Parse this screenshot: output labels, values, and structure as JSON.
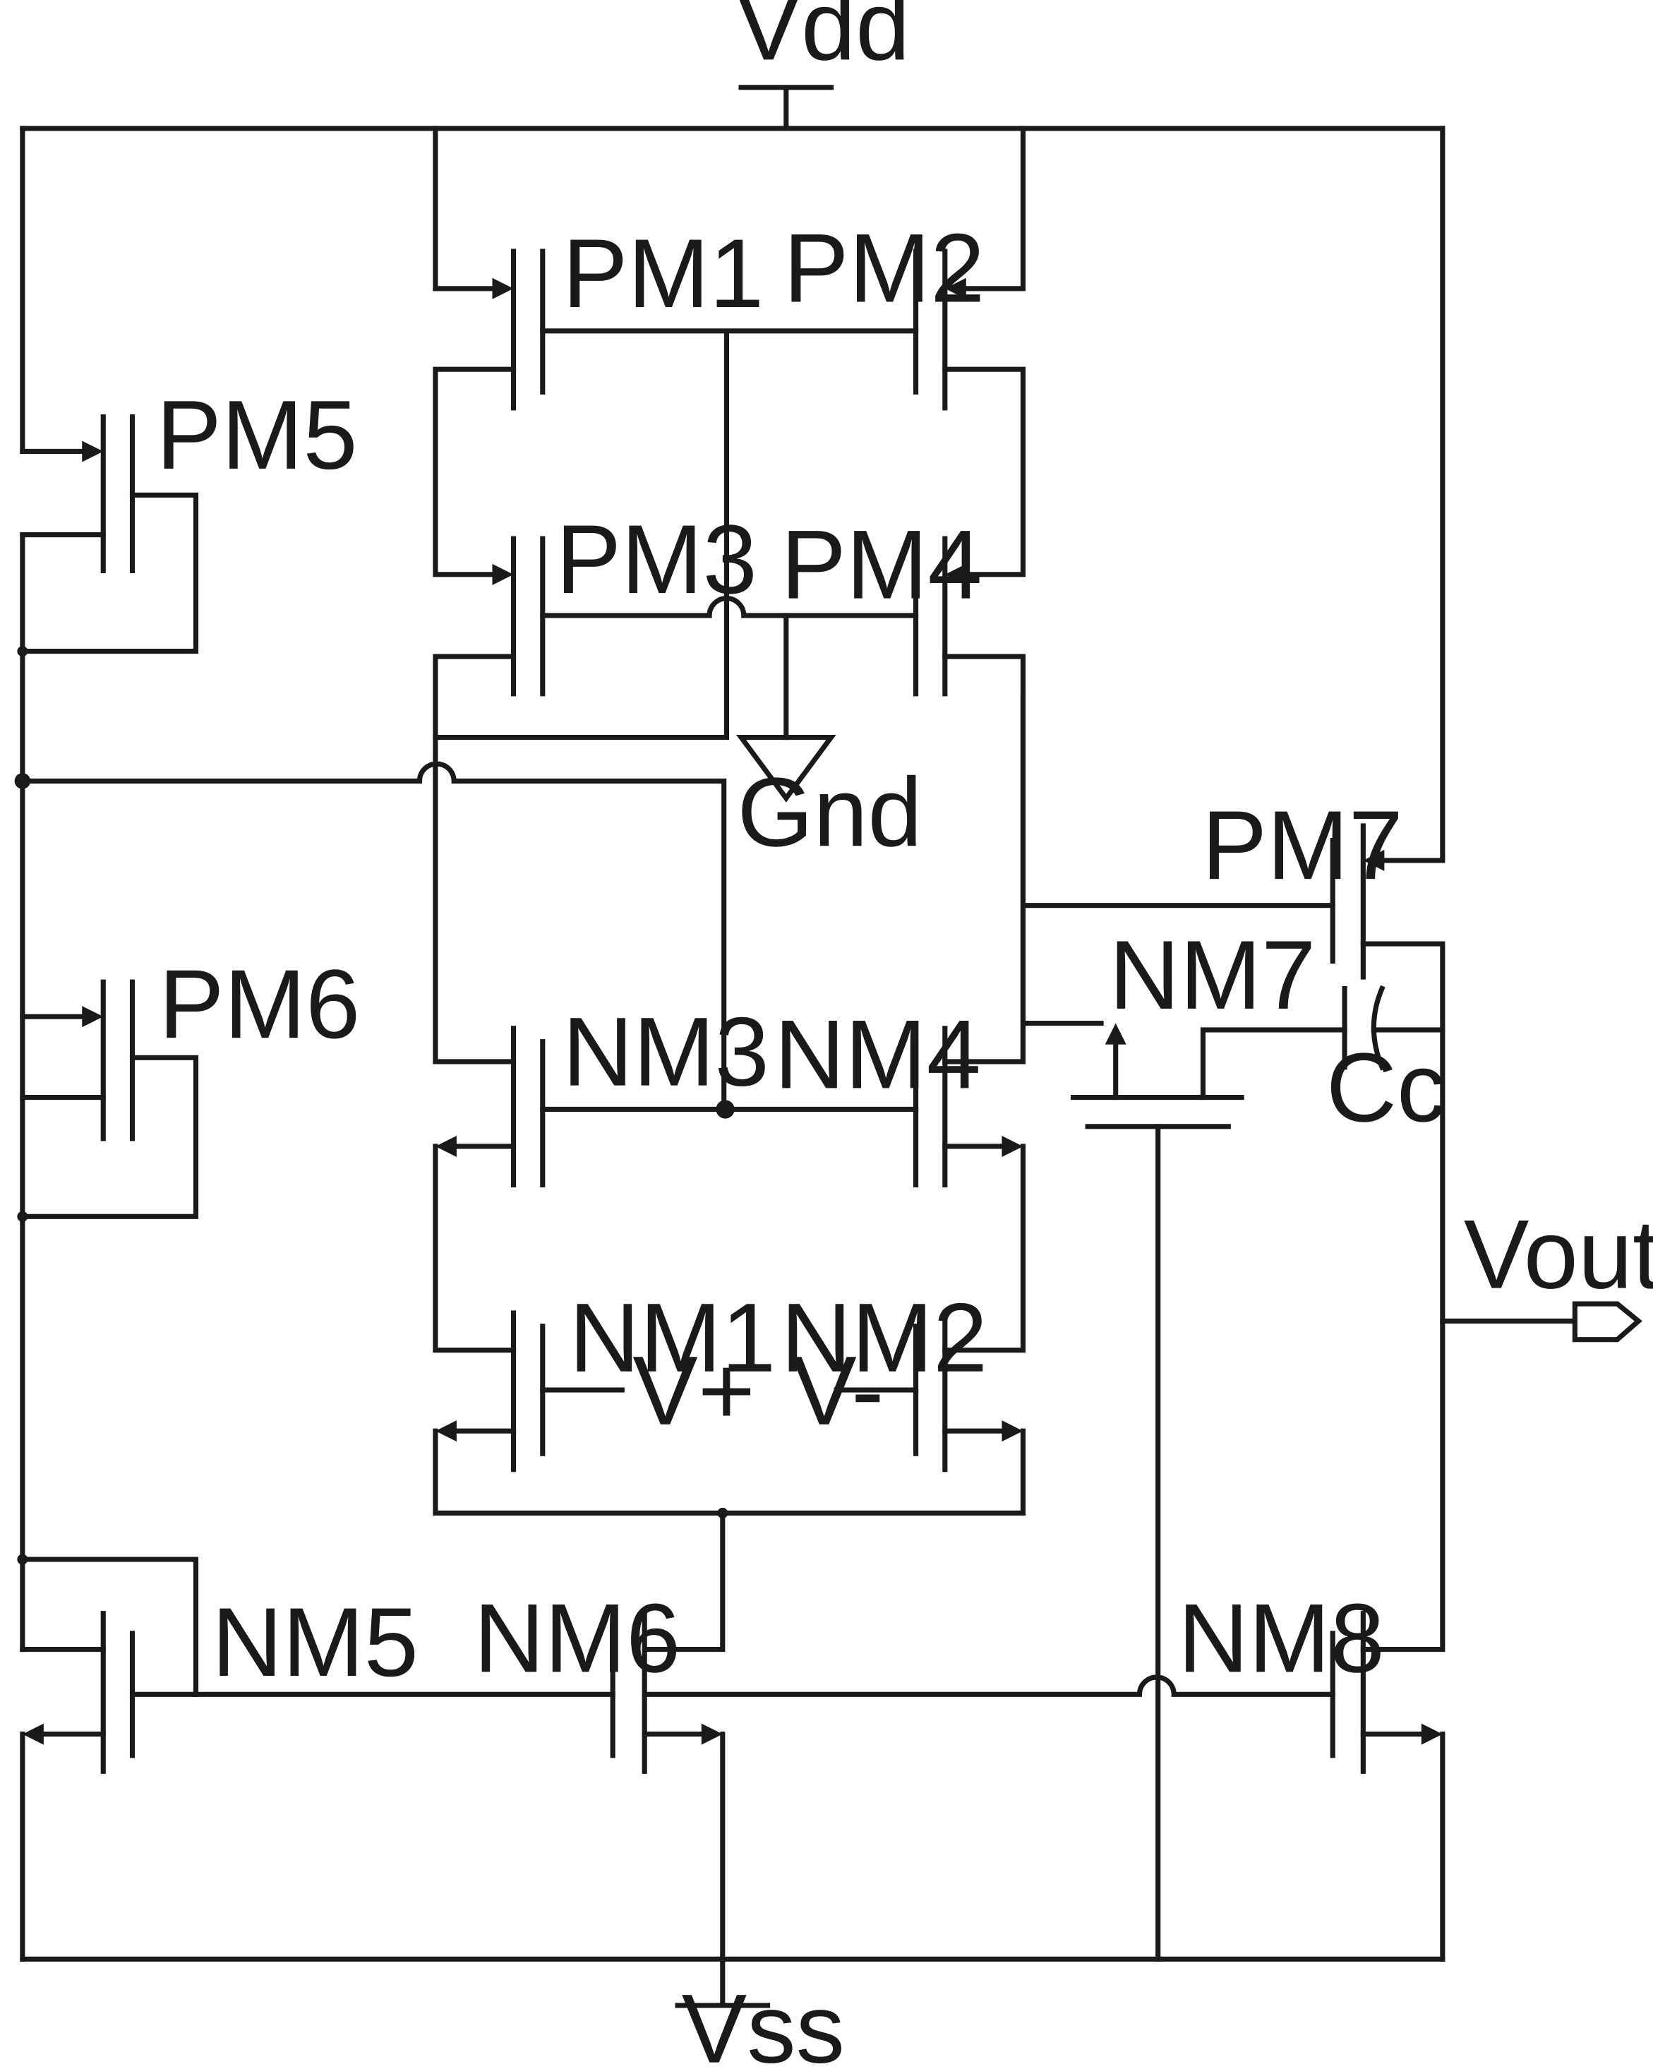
{
  "diagram": {
    "power": {
      "vdd": "Vdd",
      "vss": "Vss",
      "gnd": "Gnd"
    },
    "output": "Vout",
    "capacitor": "Cc",
    "inputs": {
      "plus": "V+",
      "minus": "V-"
    },
    "transistors": {
      "pm1": "PM1",
      "pm2": "PM2",
      "pm3": "PM3",
      "pm4": "PM4",
      "pm5": "PM5",
      "pm6": "PM6",
      "pm7": "PM7",
      "nm1": "NM1",
      "nm2": "NM2",
      "nm3": "NM3",
      "nm4": "NM4",
      "nm5": "NM5",
      "nm6": "NM6",
      "nm7": "NM7",
      "nm8": "NM8"
    }
  }
}
